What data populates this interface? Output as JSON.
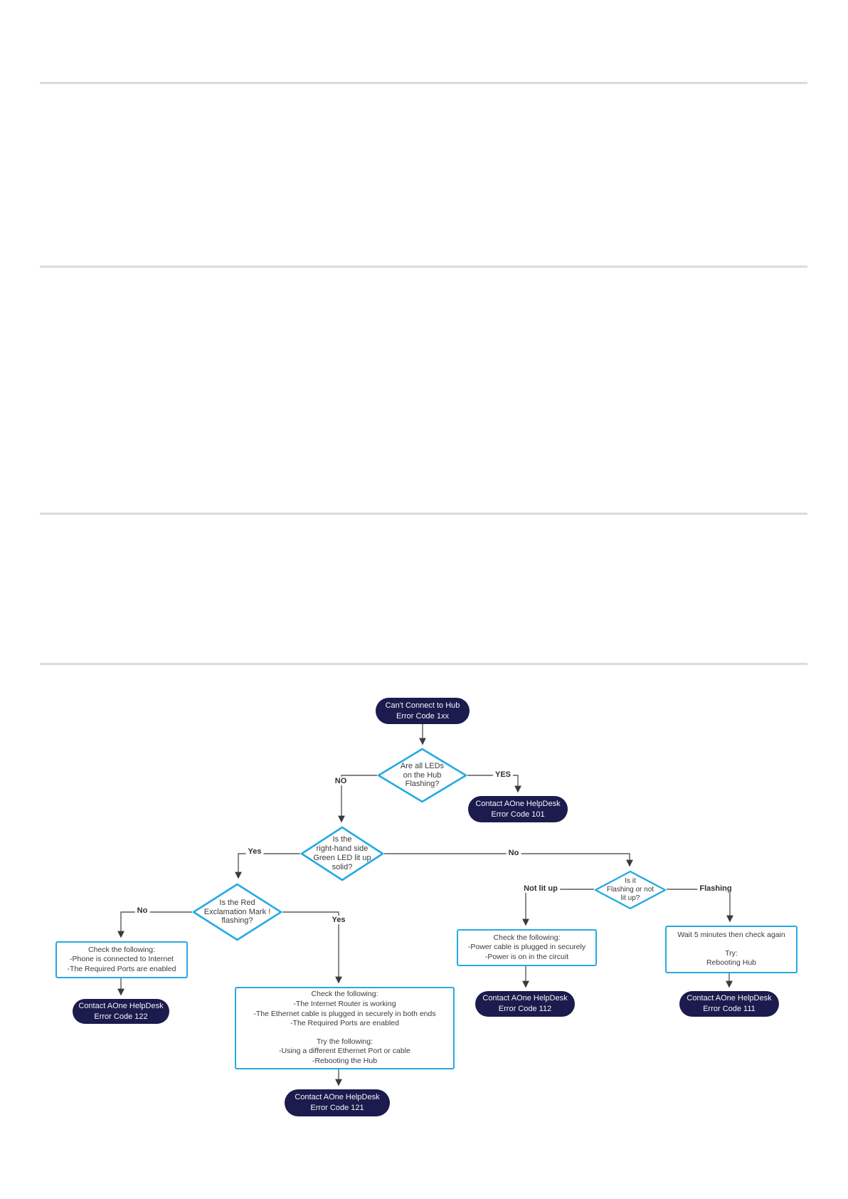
{
  "colors": {
    "accent_cyan": "#25AAE1",
    "node_navy": "#1B1B4D",
    "edge_gray": "#5B5B5B",
    "divider_gray": "#DBDBDB"
  },
  "flowchart": {
    "start": {
      "lines": [
        "Can't Connect to Hub",
        "Error Code 1xx"
      ]
    },
    "d_leds": {
      "lines": [
        "Are all LEDs",
        "on the Hub",
        "Flashing?"
      ]
    },
    "d_green": {
      "lines": [
        "Is the",
        "right-hand side",
        "Green LED lit up",
        "solid?"
      ]
    },
    "d_red": {
      "lines": [
        "Is the Red",
        "Exclamation Mark !",
        "flashing?"
      ]
    },
    "d_flash": {
      "lines": [
        "Is it",
        "Flashing or not",
        "lit up?"
      ]
    },
    "box_phone": {
      "lines": [
        "Check the following:",
        "-Phone is connected to Internet",
        "-The Required Ports are enabled"
      ]
    },
    "box_router": {
      "lines": [
        "Check the following:",
        "-The Internet Router is working",
        "-The Ethernet cable is plugged in securely in both ends",
        "-The Required Ports are enabled",
        "",
        "Try the following:",
        "-Using a different Ethernet Port or cable",
        "-Rebooting the Hub"
      ]
    },
    "box_power": {
      "lines": [
        "Check the following:",
        "-Power cable is plugged in securely",
        "-Power is on in the circuit"
      ]
    },
    "box_wait": {
      "lines": [
        "Wait 5 minutes then check again",
        "",
        "Try:",
        "Rebooting Hub"
      ]
    },
    "end101": {
      "lines": [
        "Contact AOne HelpDesk",
        "Error Code 101"
      ]
    },
    "end111": {
      "lines": [
        "Contact AOne HelpDesk",
        "Error Code 111"
      ]
    },
    "end112": {
      "lines": [
        "Contact AOne HelpDesk",
        "Error Code 112"
      ]
    },
    "end121": {
      "lines": [
        "Contact AOne HelpDesk",
        "Error Code 121"
      ]
    },
    "end122": {
      "lines": [
        "Contact AOne HelpDesk",
        "Error Code 122"
      ]
    },
    "labels": {
      "no_caps": "NO",
      "yes_caps": "YES",
      "yes_green": "Yes",
      "no_green": "No",
      "no_red": "No",
      "yes_red": "Yes",
      "not_lit_up": "Not lit up",
      "flashing": "Flashing"
    }
  }
}
